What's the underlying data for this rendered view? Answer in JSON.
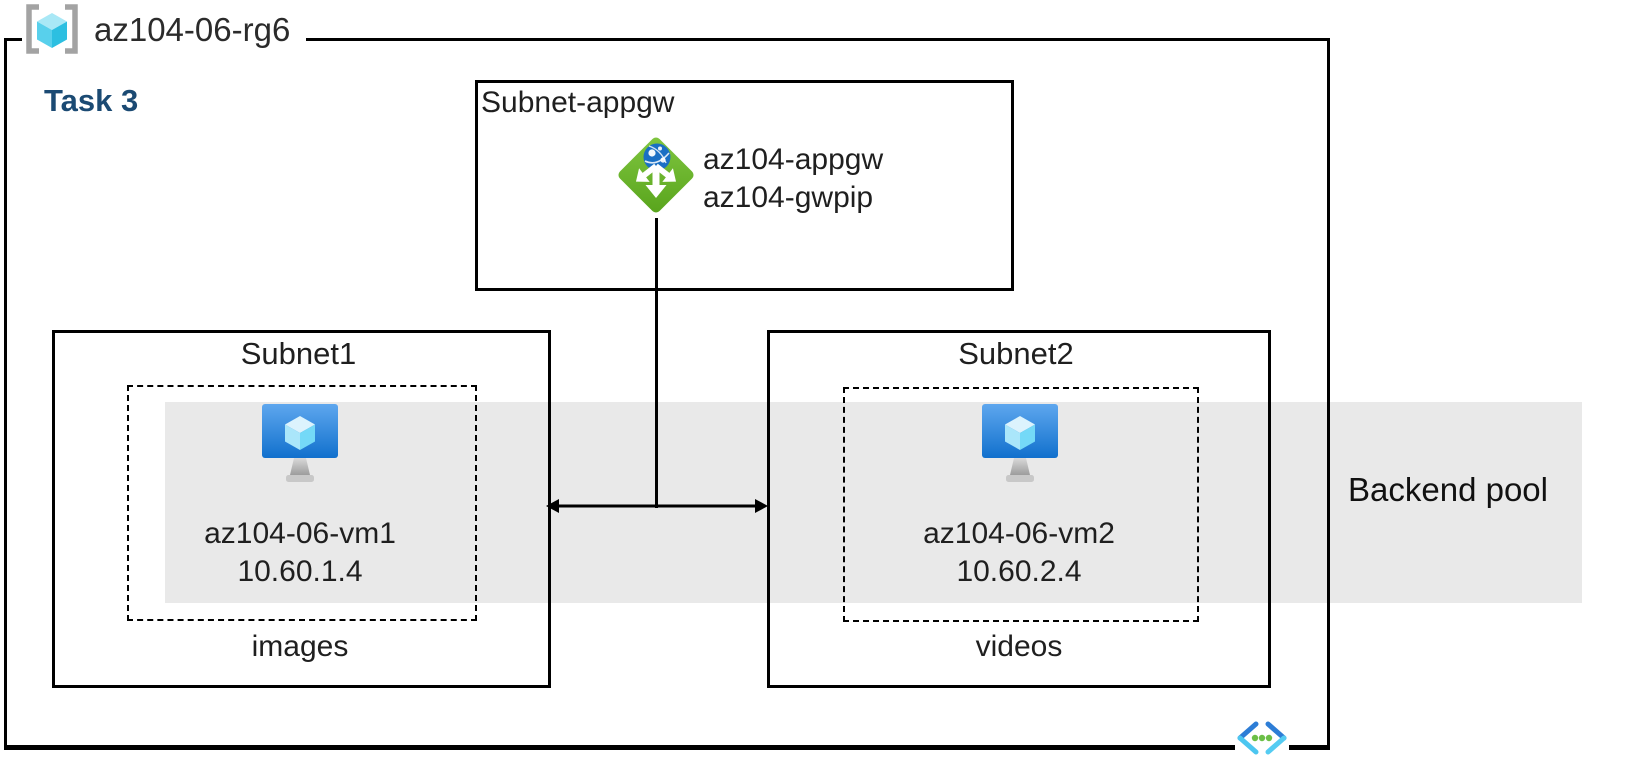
{
  "resource_group": {
    "name": "az104-06-rg6",
    "icon": "resource-group-icon"
  },
  "task_label": "Task 3",
  "appgw_subnet": {
    "title": "Subnet-appgw",
    "icon": "application-gateway-icon",
    "gateway_name": "az104-appgw",
    "public_ip_name": "az104-gwpip"
  },
  "subnet1": {
    "title": "Subnet1",
    "icon": "virtual-machine-icon",
    "vm_name": "az104-06-vm1",
    "vm_ip": "10.60.1.4",
    "caption": "images"
  },
  "subnet2": {
    "title": "Subnet2",
    "icon": "virtual-machine-icon",
    "vm_name": "az104-06-vm2",
    "vm_ip": "10.60.2.4",
    "caption": "videos"
  },
  "backend_pool": {
    "label": "Backend pool"
  },
  "footer_icon": "virtual-network-icon",
  "colors": {
    "backend_band": "#e9e9e9",
    "task_label_blue": "#1b4a73",
    "appgw_green": "#6cb32a",
    "vm_monitor_blue": "#1272cf",
    "rg_bracket_gray": "#a3a3a3",
    "vnet_blue": "#2d7dd6",
    "vnet_cyan": "#4cc6f0",
    "vnet_dot_green": "#6cbf47",
    "line_black": "#000000"
  }
}
